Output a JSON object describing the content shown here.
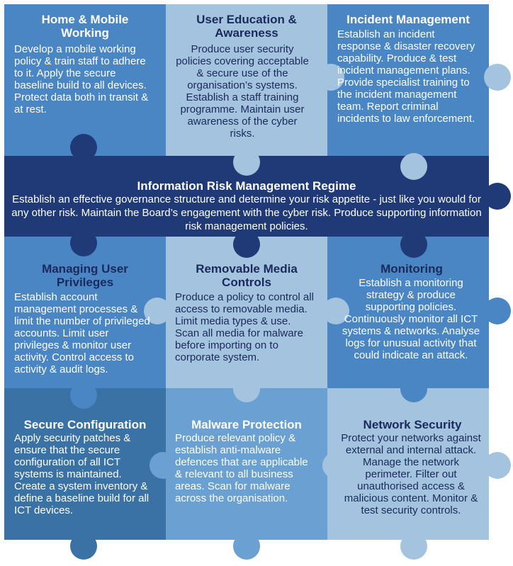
{
  "colors": {
    "navy": "#1f3a77",
    "mid_blue": "#4a86c4",
    "light_blue": "#a3c3de",
    "steel_blue": "#3a72a5",
    "sky_blue": "#6aa0d2",
    "dark_text": "#1b2a5c"
  },
  "band": {
    "title": "Information Risk Management Regime",
    "body": "Establish an effective governance structure and determine your risk appetite - just like you would for any other risk. Maintain the Board’s engagement with the cyber risk. Produce supporting information risk management policies."
  },
  "tiles": [
    {
      "title": "Home & Mobile Working",
      "body": "Develop a mobile working policy & train staff to adhere to it. Apply the secure baseline build to all devices. Protect data both in transit & at rest."
    },
    {
      "title": "User Education & Awareness",
      "body": "Produce user security policies covering acceptable & secure use of the organisation’s systems. Establish a staff training programme. Maintain user awareness of the cyber risks."
    },
    {
      "title": "Incident Management",
      "body": "Establish an incident response & disaster recovery capability. Produce & test incident management plans. Provide specialist training to the incident management team. Report criminal incidents to law enforcement."
    },
    {
      "title": "Managing User Privileges",
      "body": "Establish account management processes & limit the number of privileged accounts. Limit user privileges & monitor user activity. Control access to activity & audit logs."
    },
    {
      "title": "Removable Media Controls",
      "body": "Produce a policy to control all access to removable media. Limit media types & use. Scan all media for malware before importing on to corporate system."
    },
    {
      "title": "Monitoring",
      "body": "Establish a monitoring strategy & produce supporting policies. Continuously monitor all ICT systems & networks. Analyse logs for unusual activity that could indicate an attack."
    },
    {
      "title": "Secure Configuration",
      "body": "Apply security patches & ensure that the secure configuration of all ICT systems is maintained. Create a system inventory & define a baseline build for all ICT devices."
    },
    {
      "title": "Malware Protection",
      "body": "Produce relevant policy & establish anti-malware defences that are applicable & relevant to all business areas. Scan for malware across the organisation."
    },
    {
      "title": "Network Security",
      "body": "Protect your networks against external and internal attack. Manage the network perimeter. Filter out unauthorised access & malicious content. Monitor & test security controls."
    }
  ]
}
